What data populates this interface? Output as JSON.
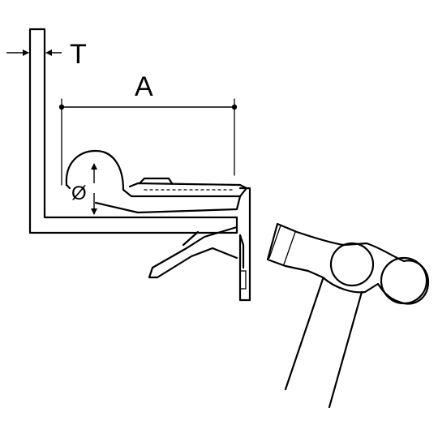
{
  "labels": {
    "thickness": "T",
    "distance": "A",
    "diameter": "Ø"
  },
  "colors": {
    "ink": "#000000",
    "paper": "#ffffff"
  },
  "icons": [
    "hammer-icon",
    "clip-icon"
  ]
}
